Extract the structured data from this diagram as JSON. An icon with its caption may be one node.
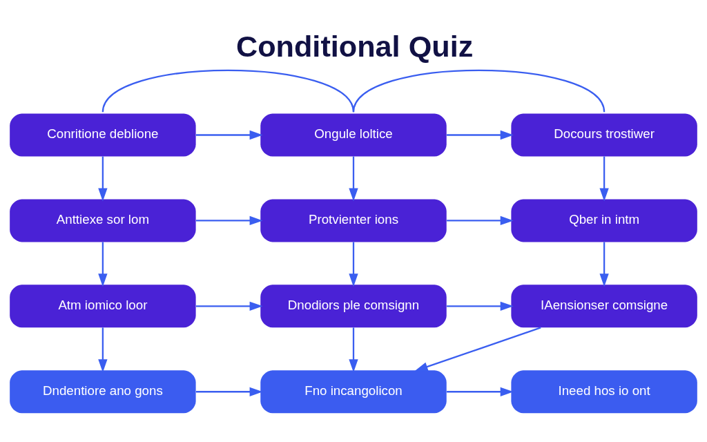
{
  "diagram": {
    "title": "Conditional Quiz",
    "nodes": [
      {
        "text": [
          "Conritione deblione"
        ]
      },
      {
        "text": [
          "Ongule loltice"
        ]
      },
      {
        "text": [
          "Docours trostiwer"
        ]
      },
      {
        "text": [
          "Anttiexe sor lom"
        ]
      },
      {
        "text": [
          "Protvienter ions"
        ]
      },
      {
        "text": [
          "Qber in intm"
        ]
      },
      {
        "text": [
          "Atm iomico loor"
        ]
      },
      {
        "text": [
          "Dnodiors ple comsignn"
        ]
      },
      {
        "text": [
          "IAensionser comsigne"
        ]
      },
      {
        "text": [
          "Dndentiore ano gons"
        ]
      },
      {
        "text": [
          "Fno incangolicon"
        ]
      },
      {
        "text": [
          "Ineed hos io ont"
        ]
      }
    ],
    "edges": [
      {
        "from": 0,
        "to": 1,
        "arrow": "to"
      },
      {
        "from": 1,
        "to": 2,
        "arrow": "to"
      },
      {
        "from": 0,
        "to": 3,
        "arrow": "to"
      },
      {
        "from": 1,
        "to": 4,
        "arrow": "to"
      },
      {
        "from": 2,
        "to": 5,
        "arrow": "to"
      },
      {
        "from": 3,
        "to": 4,
        "arrow": "to"
      },
      {
        "from": 4,
        "to": 5,
        "arrow": "to"
      },
      {
        "from": 3,
        "to": 6,
        "arrow": "to"
      },
      {
        "from": 4,
        "to": 7,
        "arrow": "to"
      },
      {
        "from": 5,
        "to": 8,
        "arrow": "to"
      },
      {
        "from": 6,
        "to": 7,
        "arrow": "to"
      },
      {
        "from": 7,
        "to": 8,
        "arrow": "to"
      },
      {
        "from": 6,
        "to": 9,
        "arrow": "to"
      },
      {
        "from": 7,
        "to": 10,
        "arrow": "to"
      },
      {
        "from": 8,
        "to": 10,
        "arrow": "to"
      },
      {
        "from": 9,
        "to": 10,
        "arrow": "to"
      },
      {
        "from": 10,
        "to": 11,
        "arrow": "to"
      },
      {
        "from": 0,
        "to": 1,
        "arrow": "none"
      },
      {
        "from": 1,
        "to": 2,
        "arrow": "none"
      }
    ]
  }
}
